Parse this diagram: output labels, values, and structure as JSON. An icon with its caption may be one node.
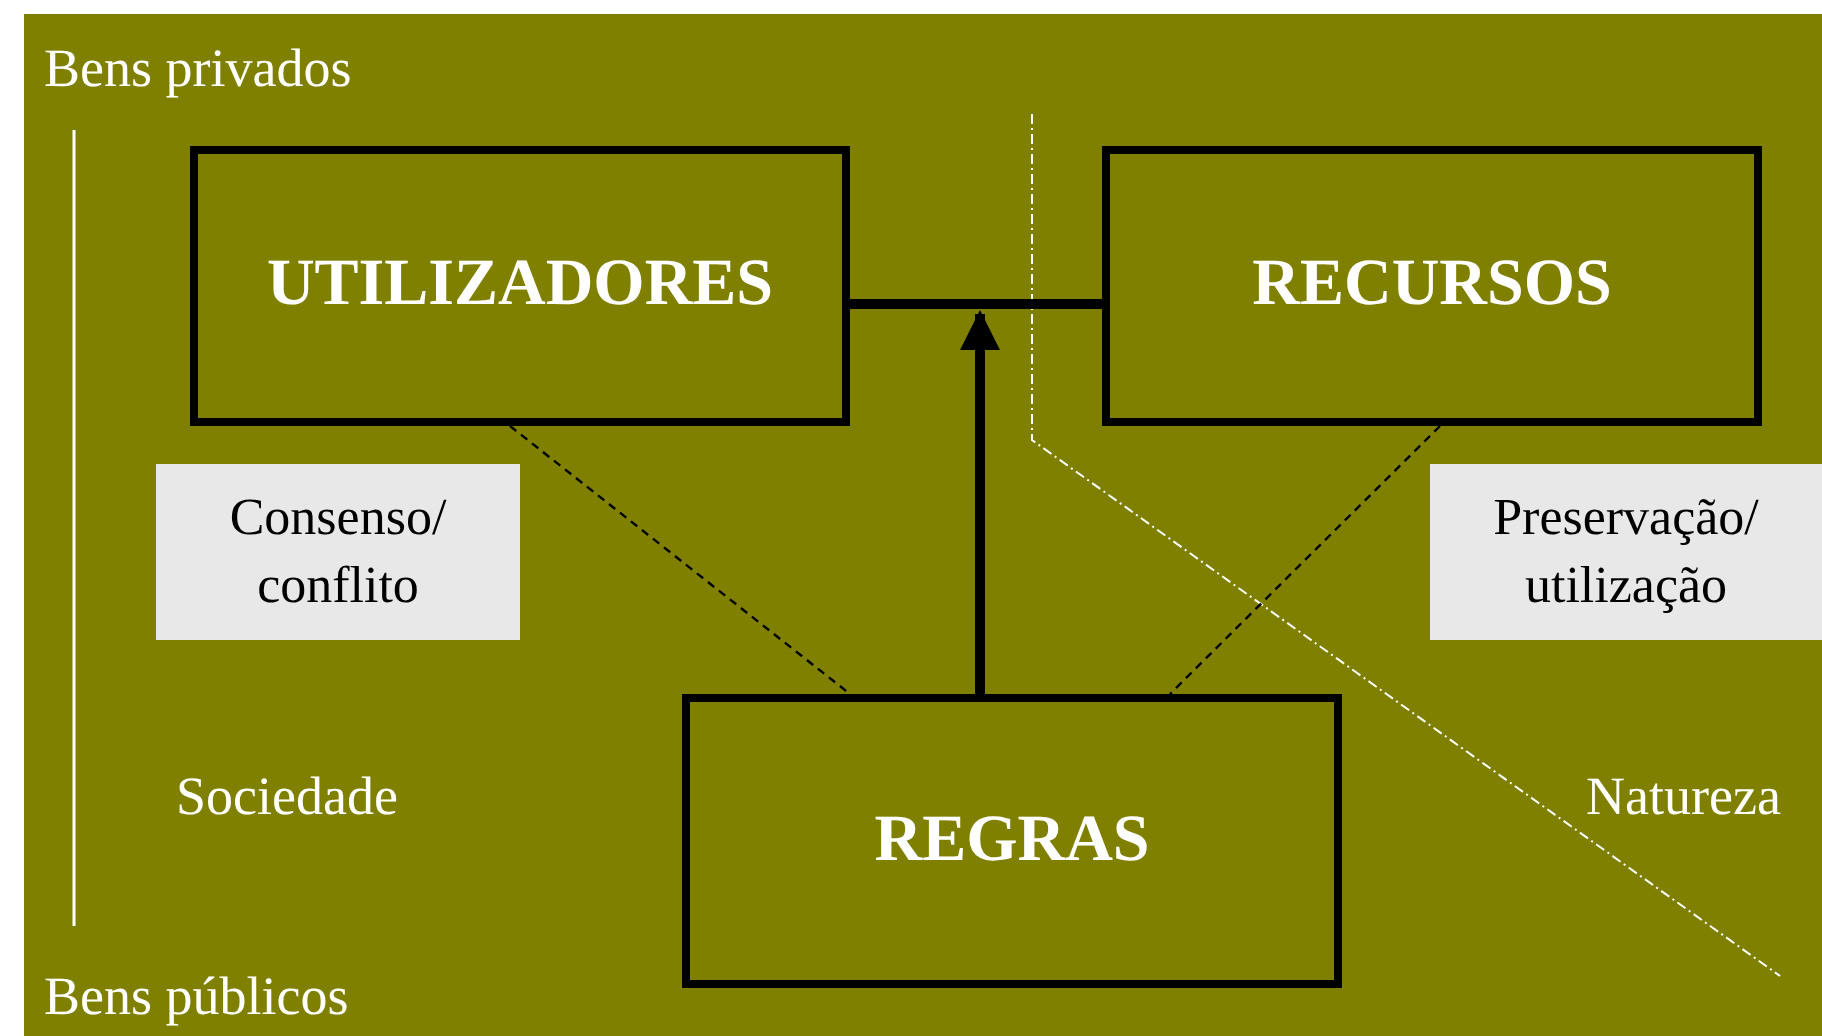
{
  "diagram": {
    "nodes": [
      {
        "text": [
          "UTILIZADORES"
        ]
      },
      {
        "text": [
          "RECURSOS"
        ]
      },
      {
        "text": [
          "REGRAS"
        ]
      },
      {
        "text": [
          "Consenso/ conflito"
        ]
      },
      {
        "text": [
          "Preservação/ utilização"
        ]
      }
    ],
    "edges": [
      {
        "from": 0,
        "to": 1,
        "arrow": "none",
        "style": "thick"
      },
      {
        "from": 2,
        "to": null,
        "arrow": "to",
        "style": "thick"
      },
      {
        "from": 0,
        "to": 2,
        "arrow": "none",
        "style": "dashed"
      },
      {
        "from": 1,
        "to": 2,
        "arrow": "none",
        "style": "dashed"
      }
    ],
    "labels": [
      "Bens privados",
      "Sociedade",
      "Natureza",
      "Bens públicos"
    ]
  }
}
